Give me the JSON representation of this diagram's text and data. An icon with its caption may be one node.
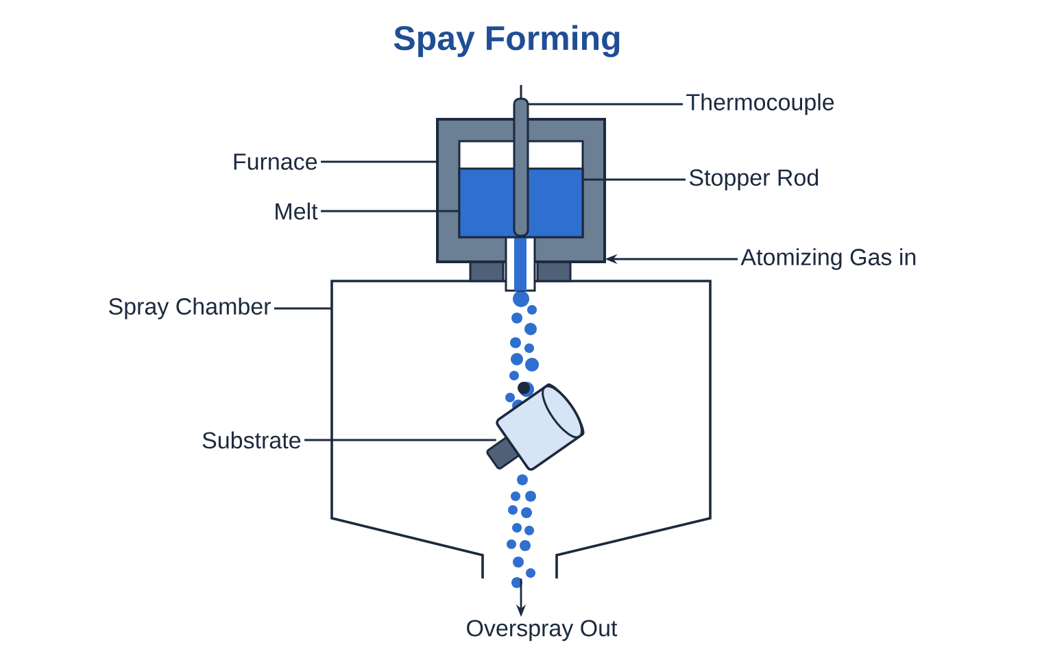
{
  "diagram": {
    "title": "Spay Forming",
    "nodes": [
      {
        "text": [
          "Thermocouple"
        ]
      },
      {
        "text": [
          "Furnace"
        ]
      },
      {
        "text": [
          "Stopper Rod"
        ]
      },
      {
        "text": [
          "Melt"
        ]
      },
      {
        "text": [
          "Atomizing Gas in"
        ]
      },
      {
        "text": [
          "Spray Chamber"
        ]
      },
      {
        "text": [
          "Substrate"
        ]
      },
      {
        "text": [
          "Overspray Out"
        ]
      },
      {
        "text": [],
        "shape": "box"
      },
      {
        "text": [],
        "shape": "box",
        "in": 8
      },
      {
        "text": [],
        "shape": "bar"
      },
      {
        "text": [],
        "shape": "box"
      },
      {
        "text": [],
        "shape": "picture",
        "in": 11
      }
    ],
    "edges": [
      {
        "from": 0,
        "to": 10,
        "arrow": "none"
      },
      {
        "from": 1,
        "to": 8,
        "arrow": "none"
      },
      {
        "from": 2,
        "to": 9,
        "arrow": "none"
      },
      {
        "from": 3,
        "to": 9,
        "arrow": "none"
      },
      {
        "from": 4,
        "to": 8,
        "arrow": "to"
      },
      {
        "from": 5,
        "to": 11,
        "arrow": "none"
      },
      {
        "from": 6,
        "to": 12,
        "arrow": "none"
      },
      {
        "from": 11,
        "to": 7,
        "arrow": "to"
      }
    ]
  }
}
